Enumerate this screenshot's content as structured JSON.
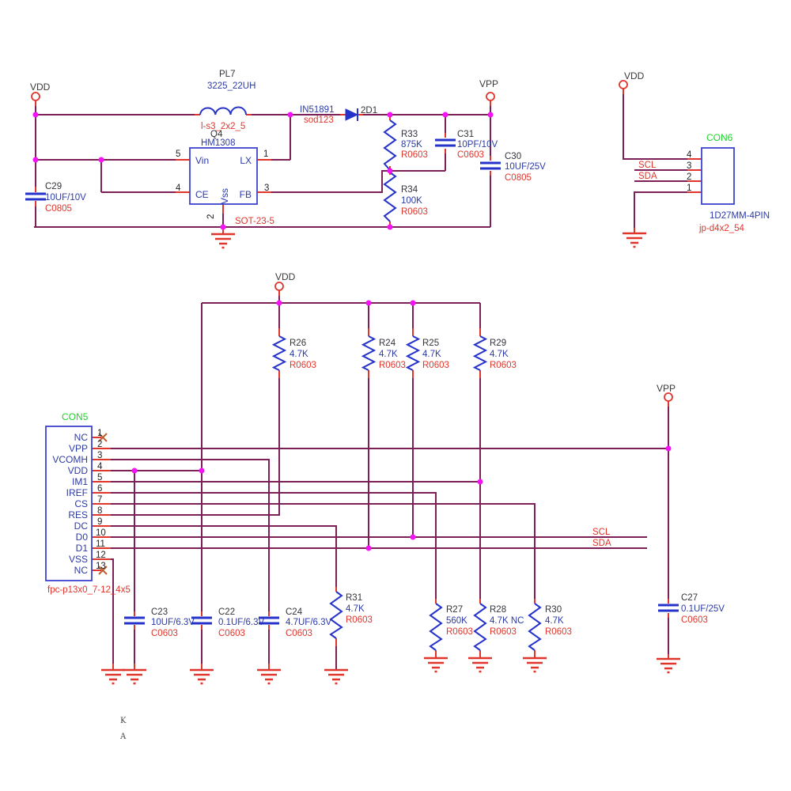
{
  "colors": {
    "wire": "#7d2057",
    "symbol_blue": "#2533cb",
    "accent_red": "#e0352b",
    "value_text": "#2c3aa8",
    "designator_text": "#33333b",
    "connector_green": "#1ed12c",
    "junction_magenta": "#f711f7"
  },
  "regulator": {
    "vdd_label": "VDD",
    "vpp_label": "VPP",
    "inductor": {
      "ref": "PL7",
      "value": "3225_22UH",
      "footprint": "l-s3_2x2_5"
    },
    "ic": {
      "ref": "Q4",
      "value": "HM1308",
      "footprint": "SOT-23-5",
      "pins": {
        "vin": {
          "num": "5",
          "name": "Vin"
        },
        "lx": {
          "num": "1",
          "name": "LX"
        },
        "ce": {
          "num": "4",
          "name": "CE"
        },
        "fb": {
          "num": "3",
          "name": "FB"
        },
        "vss": {
          "num": "2",
          "name": "Vss"
        }
      }
    },
    "diode": {
      "ref": "2D1",
      "value": "IN51891",
      "footprint": "sod123"
    },
    "c29": {
      "ref": "C29",
      "value": "10UF/10V",
      "footprint": "C0805"
    },
    "r33": {
      "ref": "R33",
      "value": "875K",
      "footprint": "R0603"
    },
    "c31": {
      "ref": "C31",
      "value": "10PF/10V",
      "footprint": "C0603"
    },
    "c30": {
      "ref": "C30",
      "value": "10UF/25V",
      "footprint": "C0805"
    },
    "r34": {
      "ref": "R34",
      "value": "100K",
      "footprint": "R0603"
    }
  },
  "con6": {
    "name": "CON6",
    "part": "1D27MM-4PIN",
    "footprint": "jp-d4x2_54",
    "vdd_label": "VDD",
    "scl_label": "SCL",
    "sda_label": "SDA",
    "pin_numbers": [
      "4",
      "3",
      "2",
      "1"
    ]
  },
  "pullups": {
    "vdd_label": "VDD",
    "r26": {
      "ref": "R26",
      "value": "4.7K",
      "footprint": "R0603"
    },
    "r24": {
      "ref": "R24",
      "value": "4.7K",
      "footprint": "R0603"
    },
    "r25": {
      "ref": "R25",
      "value": "4.7K",
      "footprint": "R0603"
    },
    "r29": {
      "ref": "R29",
      "value": "4.7K",
      "footprint": "R0603"
    }
  },
  "con5": {
    "name": "CON5",
    "footprint": "fpc-p13x0_7-12_4x5",
    "pins": [
      {
        "num": "1",
        "label": "NC"
      },
      {
        "num": "2",
        "label": "VPP"
      },
      {
        "num": "3",
        "label": "VCOMH"
      },
      {
        "num": "4",
        "label": "VDD"
      },
      {
        "num": "5",
        "label": "IM1"
      },
      {
        "num": "6",
        "label": "IREF"
      },
      {
        "num": "7",
        "label": "CS"
      },
      {
        "num": "8",
        "label": "RES"
      },
      {
        "num": "9",
        "label": "DC"
      },
      {
        "num": "10",
        "label": "D0"
      },
      {
        "num": "11",
        "label": "D1"
      },
      {
        "num": "12",
        "label": "VSS"
      },
      {
        "num": "13",
        "label": "NC"
      }
    ]
  },
  "bottom": {
    "vpp_label": "VPP",
    "scl_label": "SCL",
    "sda_label": "SDA",
    "c23": {
      "ref": "C23",
      "value": "10UF/6.3V",
      "footprint": "C0603"
    },
    "c22": {
      "ref": "C22",
      "value": "0.1UF/6.3V",
      "footprint": "C0603"
    },
    "c24": {
      "ref": "C24",
      "value": "4.7UF/6.3V",
      "footprint": "C0603"
    },
    "r31": {
      "ref": "R31",
      "value": "4.7K",
      "footprint": "R0603"
    },
    "r27": {
      "ref": "R27",
      "value": "560K",
      "footprint": "R0603"
    },
    "r28": {
      "ref": "R28",
      "value": "4.7K NC",
      "footprint": "R0603"
    },
    "r30": {
      "ref": "R30",
      "value": "4.7K",
      "footprint": "R0603"
    },
    "c27": {
      "ref": "C27",
      "value": "0.1UF/25V",
      "footprint": "C0603"
    }
  },
  "watermark": {
    "line1": "K",
    "line2": "A"
  }
}
